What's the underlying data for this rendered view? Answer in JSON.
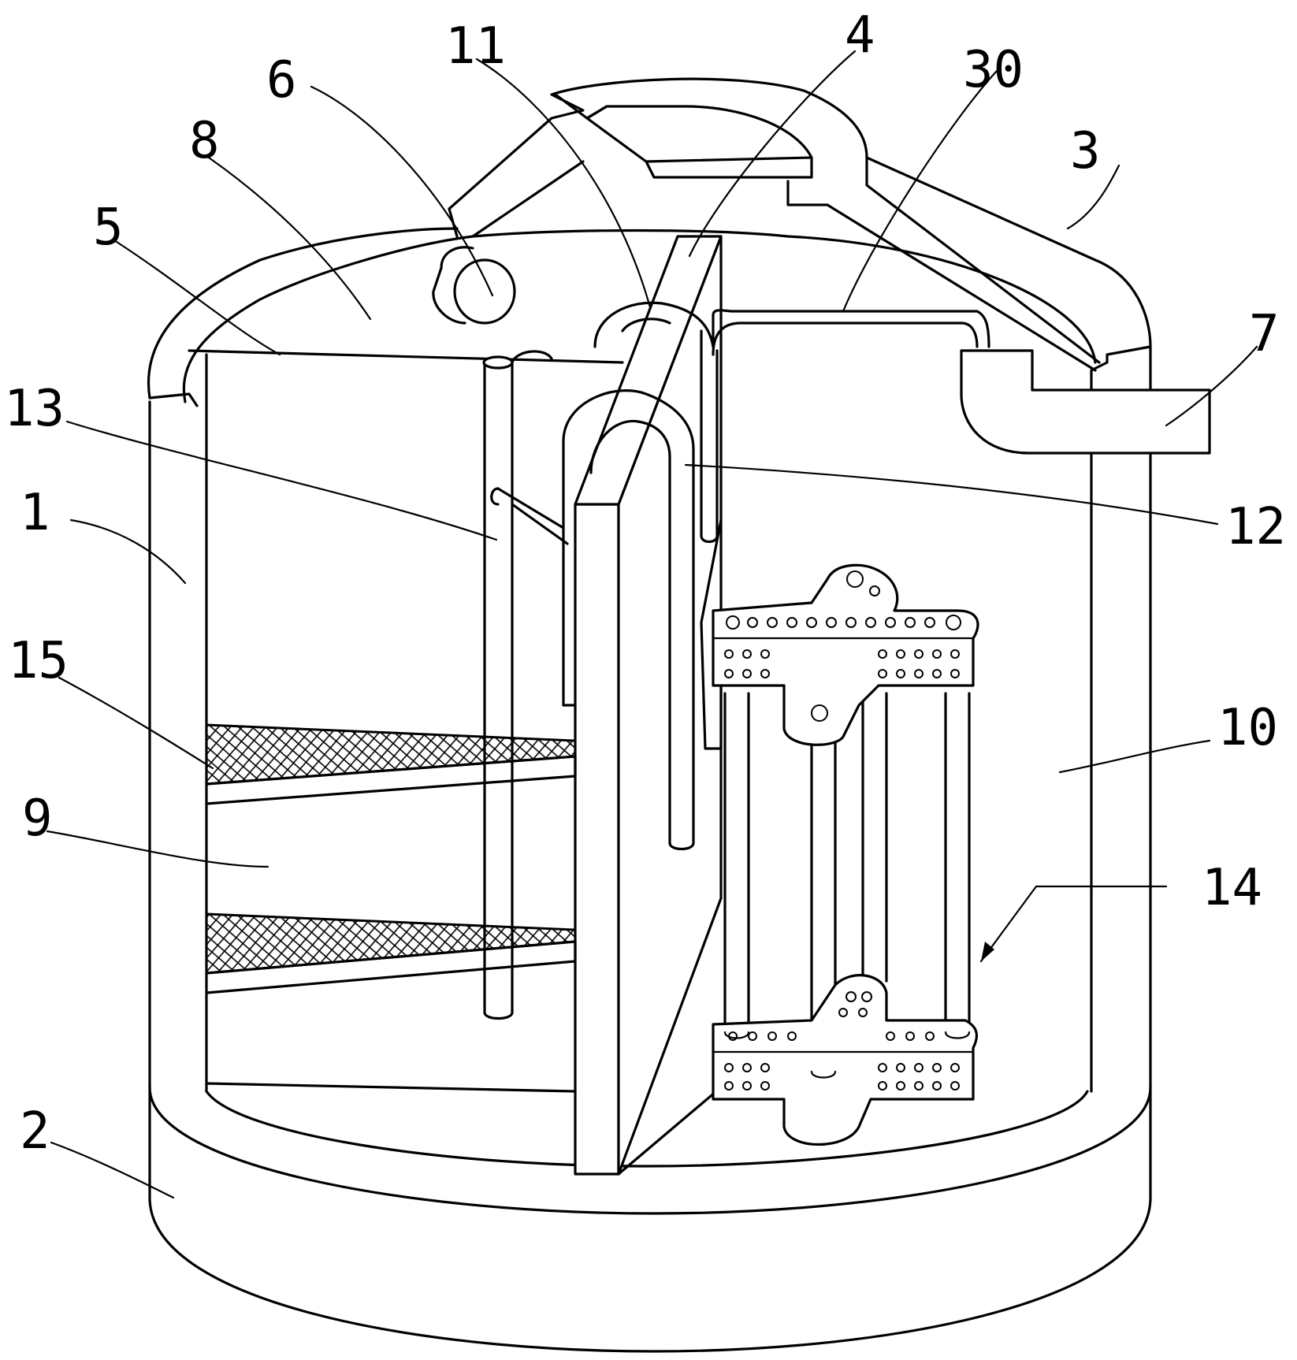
{
  "figure": {
    "labels": [
      {
        "id": "1",
        "text": "1"
      },
      {
        "id": "2",
        "text": "2"
      },
      {
        "id": "3",
        "text": "3"
      },
      {
        "id": "4",
        "text": "4"
      },
      {
        "id": "5",
        "text": "5"
      },
      {
        "id": "6",
        "text": "6"
      },
      {
        "id": "7",
        "text": "7"
      },
      {
        "id": "8",
        "text": "8"
      },
      {
        "id": "9",
        "text": "9"
      },
      {
        "id": "10",
        "text": "10"
      },
      {
        "id": "11",
        "text": "11"
      },
      {
        "id": "12",
        "text": "12"
      },
      {
        "id": "13",
        "text": "13"
      },
      {
        "id": "14",
        "text": "14"
      },
      {
        "id": "15",
        "text": "15"
      },
      {
        "id": "30",
        "text": "30"
      }
    ]
  }
}
